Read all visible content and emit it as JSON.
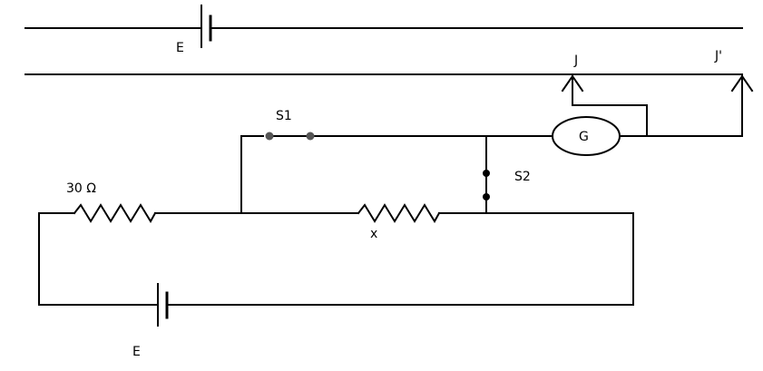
{
  "diagram": {
    "labels": {
      "battery_top": "E",
      "battery_bottom": "E",
      "jockey_left": "J",
      "jockey_right": "J'",
      "switch_1": "S1",
      "switch_2": "S2",
      "galvanometer": "G",
      "resistor_known": "30 Ω",
      "resistor_unknown": "x"
    },
    "colors": {
      "line": "#000000",
      "background": "#ffffff",
      "switch_terminal": "#555555"
    }
  }
}
